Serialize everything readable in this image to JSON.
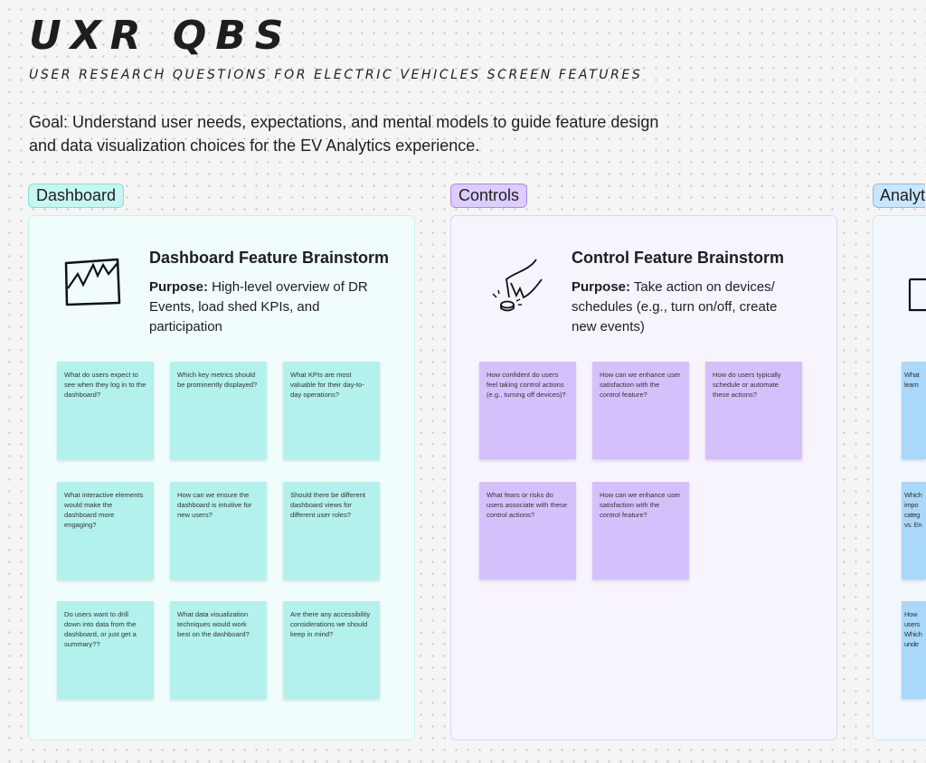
{
  "header": {
    "title": "UXR QBS",
    "subtitle": "User research questions for electric vehicles screen features",
    "goal": "Goal: Understand user needs, expectations, and mental models to guide feature design and data visualization choices for the EV Analytics experience."
  },
  "sections": [
    {
      "tag": "Dashboard",
      "title": "Dashboard Feature Brainstorm",
      "purpose_label": "Purpose:",
      "purpose": " High-level overview of DR Events, load shed KPIs, and participation",
      "icon": "line-chart-sketch-icon",
      "stickies": [
        "What do users expect to see when they log in to the dashboard?",
        "Which key metrics should be prominently displayed?",
        "What KPIs are most valuable for their day-to-day operations?",
        "What interactive elements would make the dashboard more engaging?",
        "How can we ensure the dashboard is intuitive for new users?",
        "Should there be different dashboard views for different user roles?",
        "Do users want to drill down into data from the dashboard, or just get a summary??",
        "What data visualization techniques would work best on the dashboard?",
        "Are there any accessibility considerations we should keep in mind?"
      ]
    },
    {
      "tag": "Controls",
      "title": "Control Feature Brainstorm",
      "purpose_label": "Purpose:",
      "purpose": " Take action on devices/ schedules (e.g., turn on/off, create new events)",
      "icon": "finger-press-button-icon",
      "stickies": [
        "How confident do users feel taking control actions (e.g., turning off devices)?",
        "How can we enhance user satisfaction with the control feature?",
        "How do users typically schedule or automate these actions?",
        "What fears or risks do users associate with these control actions?",
        "How can we enhance user satisfaction with the control feature?"
      ]
    },
    {
      "tag": "Analyt",
      "icon": "frame-sketch-icon",
      "stickies": [
        "What\nlearn",
        "Which\nimpo\ncateg\nvs. En",
        "How \nusers\nWhich\nunde"
      ]
    }
  ],
  "colors": {
    "teal": "#b3f2ec",
    "purple": "#d4c1fc",
    "blue": "#a9d8fb"
  }
}
